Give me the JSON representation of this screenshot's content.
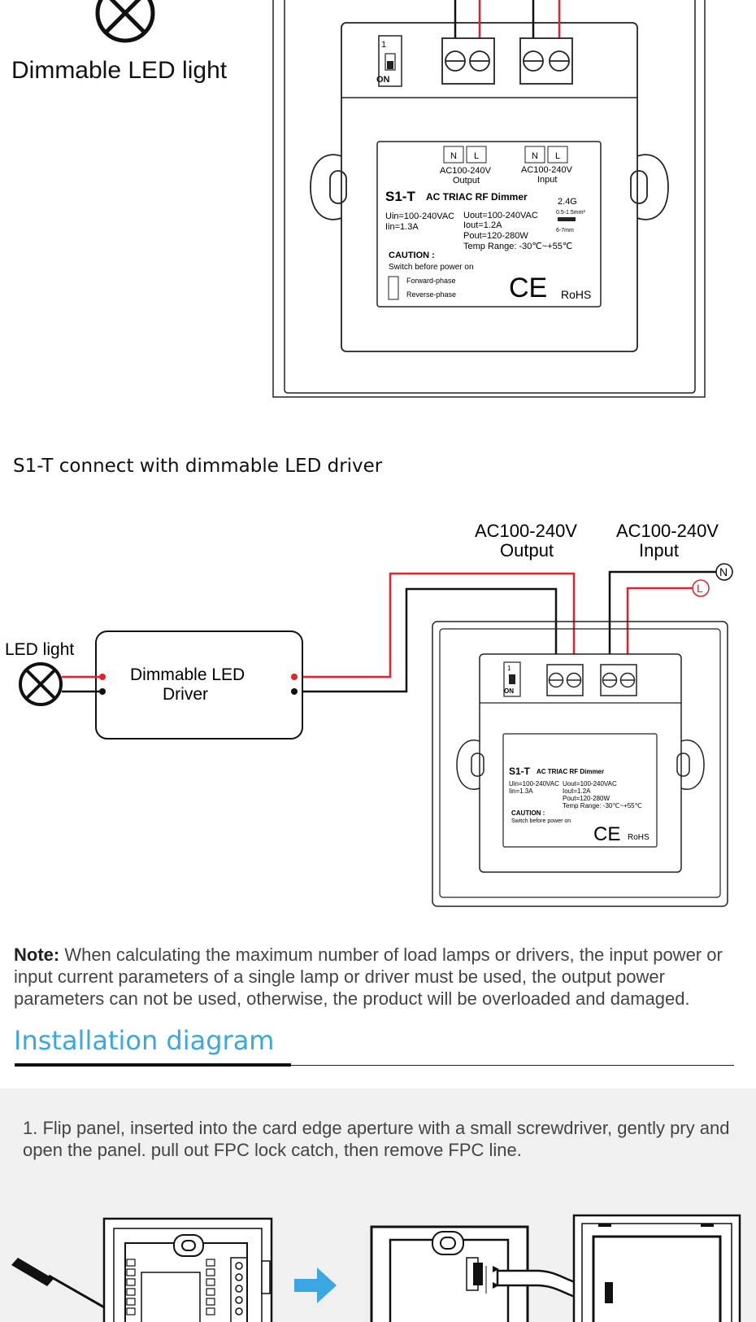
{
  "top_diagram": {
    "lamp_label": "Dimmable LED light",
    "terminal_N": "N",
    "terminal_L": "L",
    "output_voltage": "AC100-240V",
    "output_label": "Output",
    "input_voltage": "AC100-240V",
    "input_label": "Input",
    "dip_number": "1",
    "dip_on": "ON"
  },
  "device_label": {
    "model": "S1-T",
    "model_desc": "AC TRIAC RF Dimmer",
    "freq": "2.4G",
    "wire_gauge": "0.5-1.5mm²",
    "strip_length": "6-7mm",
    "uin": "Uin=100-240VAC",
    "iin": "Iin=1.3A",
    "uout": "Uout=100-240VAC",
    "iout": "Iout=1.2A",
    "pout": "Pout=120-280W",
    "temp": "Temp Range: -30℃~+55℃",
    "caution": "CAUTION :",
    "caution_text": "Switch before power on",
    "forward_phase": "Forward-phase",
    "reverse_phase": "Reverse-phase",
    "ce_mark": "CE",
    "rohs": "RoHS"
  },
  "section1": {
    "title": "S1-T connect with dimmable LED driver",
    "out_voltage": "AC100-240V",
    "out_label": "Output",
    "in_voltage": "AC100-240V",
    "in_label": "Input",
    "n_circle": "N",
    "l_circle": "L",
    "led_light": "LED light",
    "driver_line1": "Dimmable LED",
    "driver_line2": "Driver"
  },
  "note": {
    "label": "Note:",
    "text": " When calculating the maximum number of load lamps or drivers, the input power or input current parameters of a single lamp or driver must be used, the output power parameters can not be used, otherwise, the product will be overloaded and damaged."
  },
  "installation": {
    "title": "Installation diagram",
    "step1": "1. Flip panel, inserted into the card edge aperture with a small screwdriver, gently pry and open the panel. pull out FPC lock catch, then remove FPC line."
  },
  "colors": {
    "accent": "#3aa7e3",
    "wire_live": "#e8202a",
    "wire_neutral": "#111111",
    "arrow": "#3aa7e3"
  }
}
